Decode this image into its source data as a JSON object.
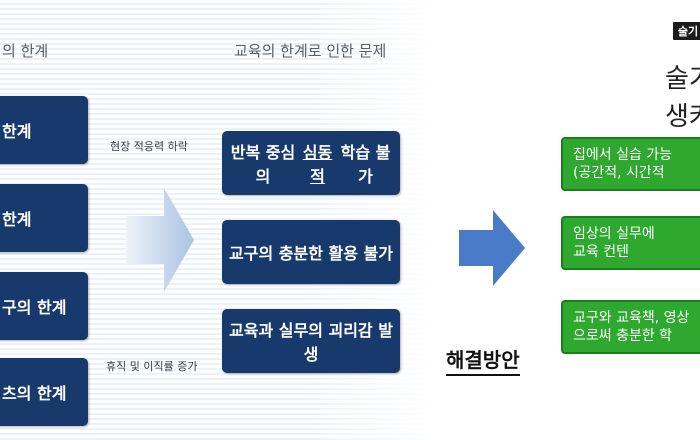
{
  "headers": {
    "left": "의 한계",
    "middle": "교육의 한계로 인한 문제"
  },
  "left_boxes": [
    {
      "label": "한계"
    },
    {
      "label": "한계"
    },
    {
      "label": "구의 한계"
    },
    {
      "label": "츠의 한계"
    }
  ],
  "notes": {
    "top": "현장 적응력 하락",
    "bottom": "휴직 및 이직률 증가"
  },
  "middle_boxes": [
    {
      "before": "반복 중심의 ",
      "underlined": "심동적",
      "after": " 학습 불가"
    },
    {
      "before": "교구의 충분한 활용 불가",
      "underlined": "",
      "after": ""
    },
    {
      "before": "교육과 실무의 괴리감 발생",
      "underlined": "",
      "after": ""
    }
  ],
  "solution_label": "해결방안",
  "logo": {
    "mark": "술기",
    "line1": "술기",
    "line2": "생켜"
  },
  "green_boxes": [
    {
      "line1": "집에서 실습 가능",
      "line2": "(공간적, 시간적"
    },
    {
      "line1": "임상의 실무에",
      "line2": "교육 컨텐"
    },
    {
      "line1": "교구와 교육책, 영상",
      "line2": "으로써 충분한 학"
    }
  ],
  "colors": {
    "navy": "#17396b",
    "green": "#2fa82f",
    "arrow": "#4a7bc8"
  }
}
